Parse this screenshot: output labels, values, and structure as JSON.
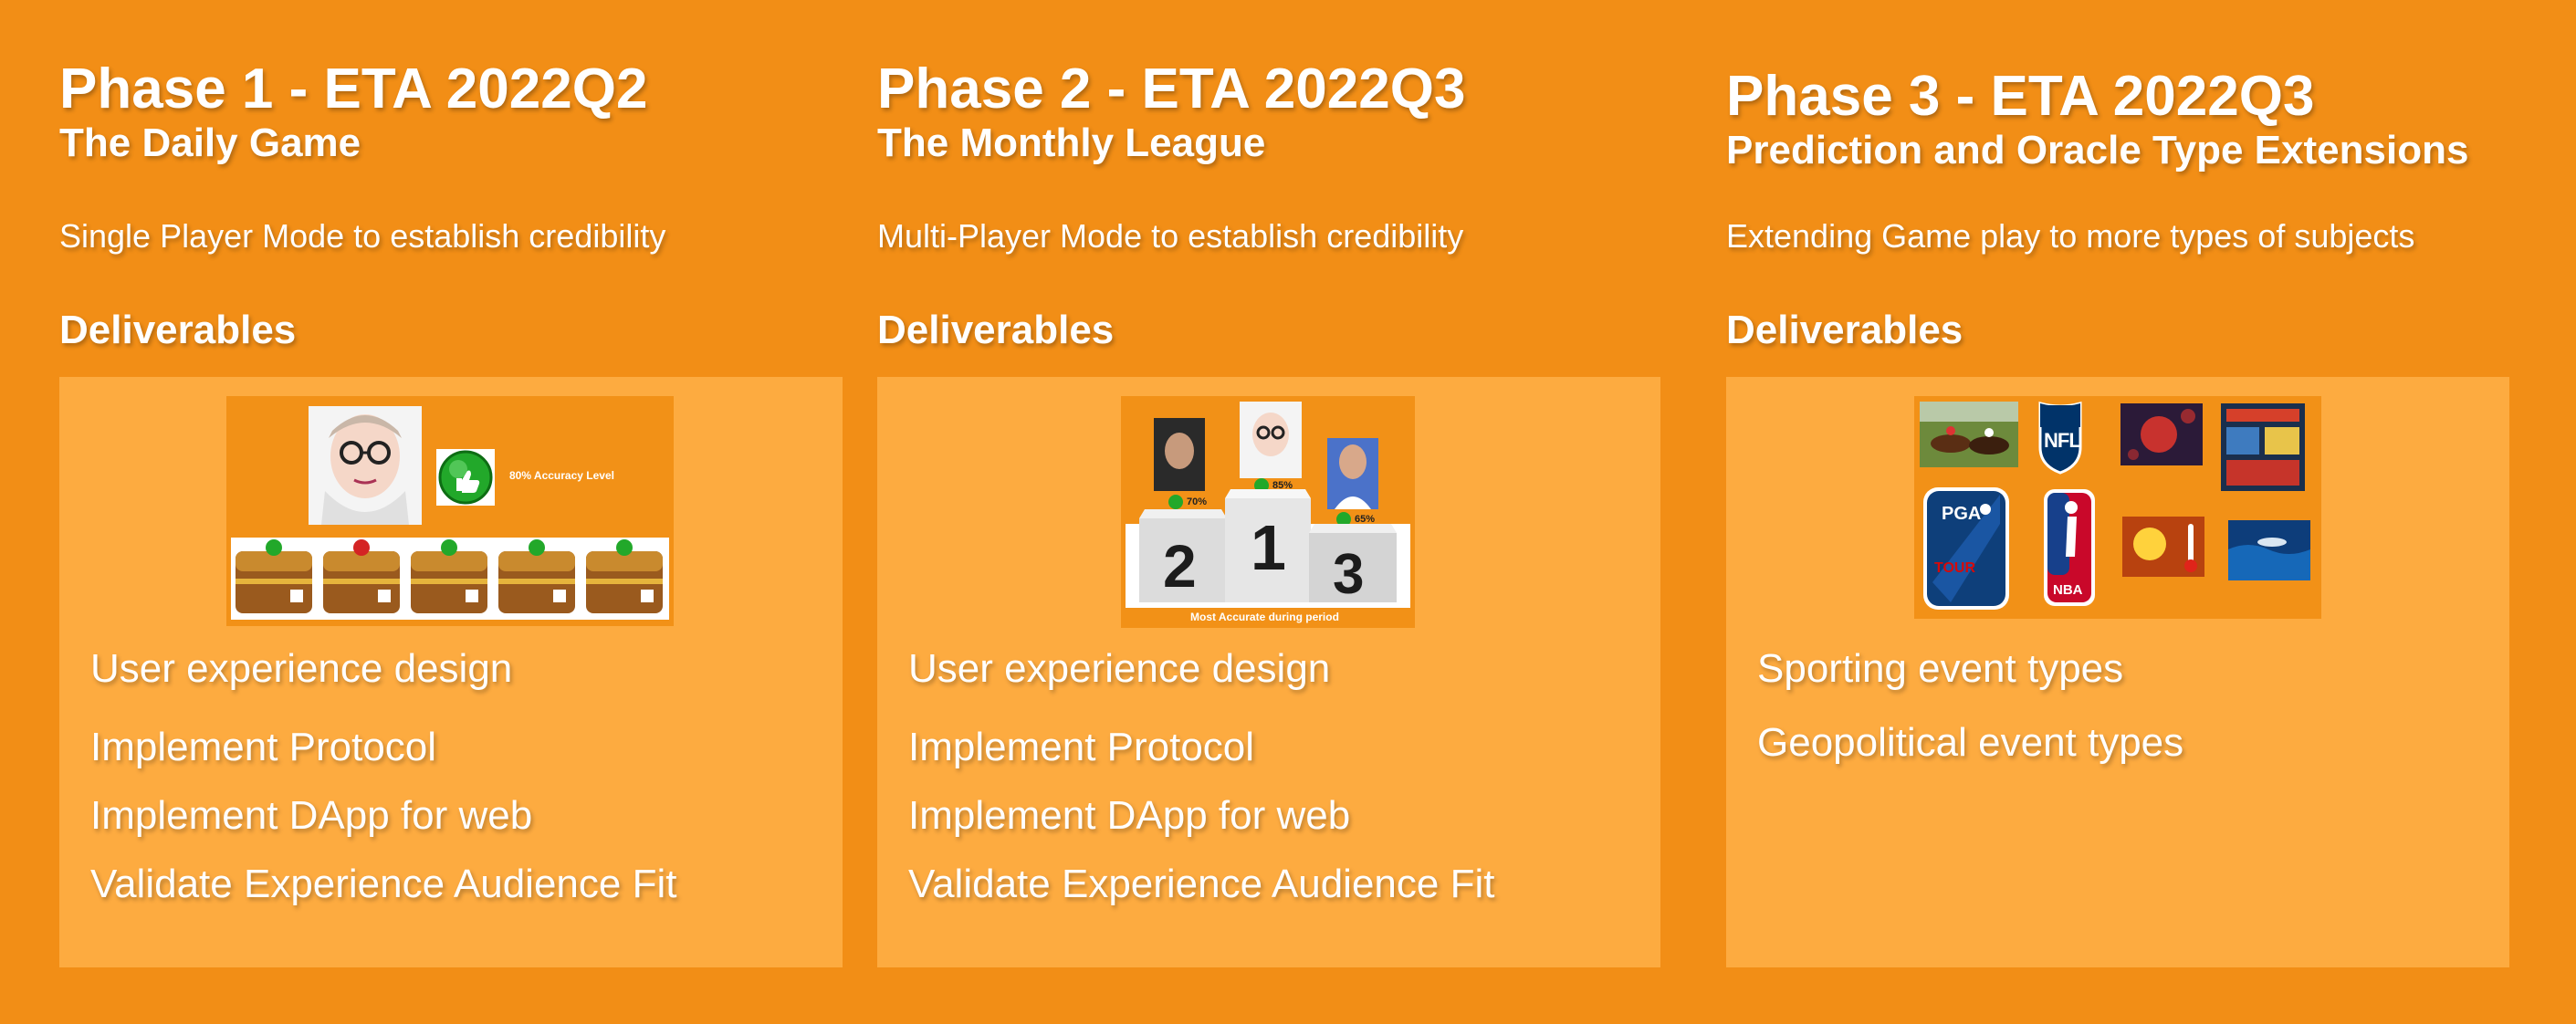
{
  "phases": [
    {
      "title": "Phase 1 - ETA 2022Q2",
      "subtitle": "The Daily Game",
      "tagline": "Single Player Mode  to establish credibility",
      "deliverables_label": "Deliverables",
      "illustration": {
        "accuracy_label": "80% Accuracy Level"
      },
      "items": [
        "User experience design",
        "Implement Protocol",
        "Implement DApp for web",
        "Validate Experience Audience Fit"
      ]
    },
    {
      "title": "Phase 2 - ETA 2022Q3",
      "subtitle": "The Monthly League",
      "tagline": "Multi-Player Mode to establish credibility",
      "deliverables_label": "Deliverables",
      "illustration": {
        "podium": [
          {
            "place": "2",
            "pct": "70%"
          },
          {
            "place": "1",
            "pct": "85%"
          },
          {
            "place": "3",
            "pct": "65%"
          }
        ],
        "caption": "Most Accurate during period"
      },
      "items": [
        "User experience design",
        "Implement Protocol",
        "Implement DApp for web",
        "Validate Experience Audience Fit"
      ]
    },
    {
      "title": "Phase 3 - ETA 2022Q3",
      "subtitle": "Prediction and Oracle Type Extensions",
      "tagline": "Extending Game play to more types of subjects",
      "deliverables_label": "Deliverables",
      "illustration": {
        "logos": {
          "nfl": "NFL",
          "pga_top": "PGA",
          "pga_bottom": "TOUR",
          "nba": "NBA"
        }
      },
      "items": [
        "Sporting event types",
        "Geopolitical event types"
      ]
    }
  ],
  "colors": {
    "background": "#f28e16",
    "box": "#fdab40",
    "text": "#ffffff",
    "accuracy_green": "#22a82a"
  }
}
